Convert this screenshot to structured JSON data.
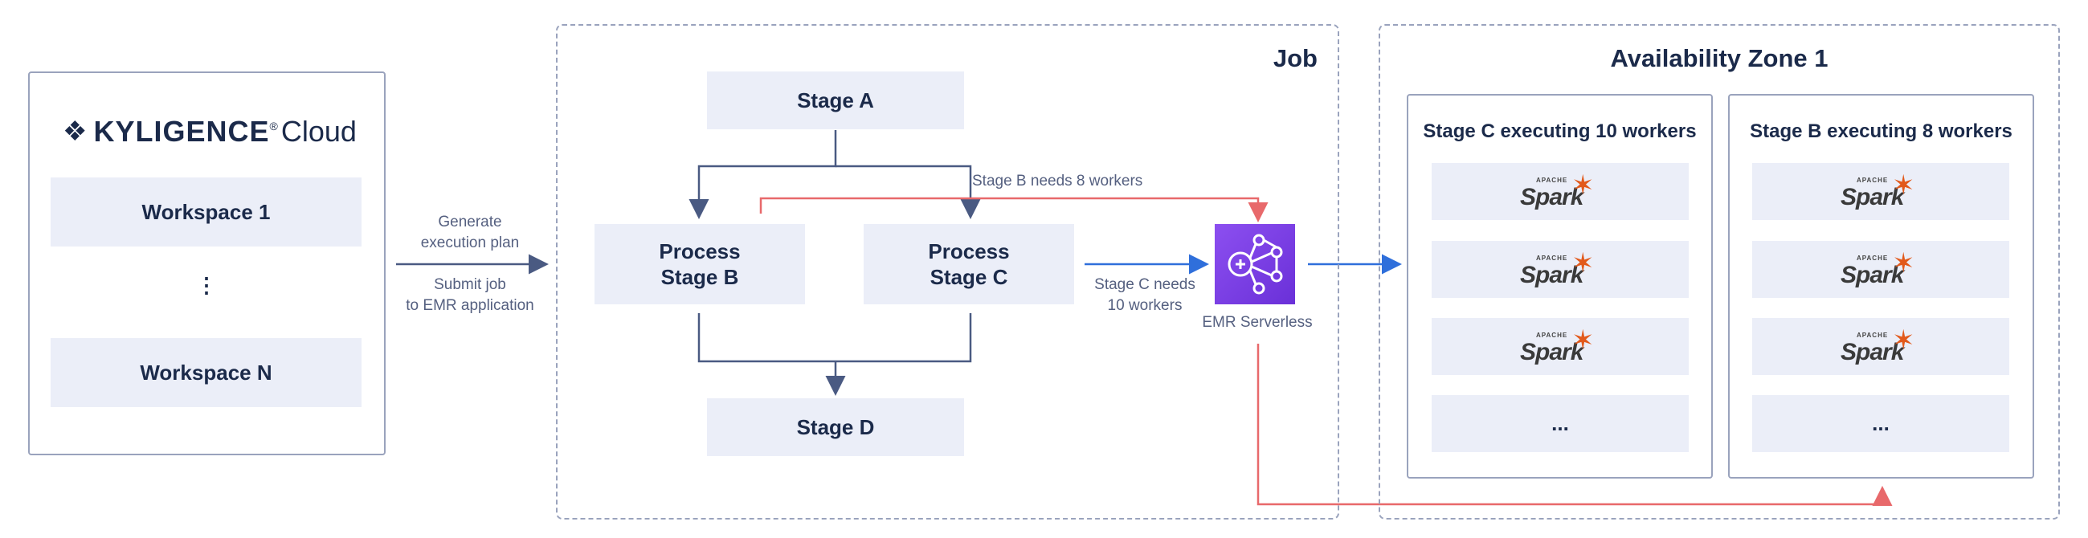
{
  "left_panel": {
    "brand_name": "KYLIGENCE",
    "brand_suffix": "Cloud",
    "workspace_first": "Workspace 1",
    "ellipsis": "⋮",
    "workspace_last": "Workspace N"
  },
  "arrow_labels": {
    "generate_line1": "Generate",
    "generate_line2": "execution plan",
    "submit_line1": "Submit job",
    "submit_line2": "to EMR application",
    "stage_b_needs": "Stage B needs 8 workers",
    "stage_c_needs_line1": "Stage C needs",
    "stage_c_needs_line2": "10 workers"
  },
  "job": {
    "title": "Job",
    "stage_a": "Stage A",
    "process_b_line1": "Process",
    "process_b_line2": "Stage B",
    "process_c_line1": "Process",
    "process_c_line2": "Stage C",
    "stage_d": "Stage D"
  },
  "emr": {
    "label": "EMR Serverless",
    "icon": "emr-serverless-icon",
    "icon_color": "#7b3fe4"
  },
  "zone": {
    "title": "Availability Zone 1",
    "panel_c_title": "Stage C executing 10 workers",
    "panel_b_title": "Stage B executing 8 workers",
    "spark_apache": "APACHE",
    "spark_word": "Spark",
    "more": "..."
  },
  "colors": {
    "box_fill": "#ebeef8",
    "connector": "#4a5a82",
    "red_path": "#e8696b",
    "blue_arrow": "#2f6fdb"
  }
}
